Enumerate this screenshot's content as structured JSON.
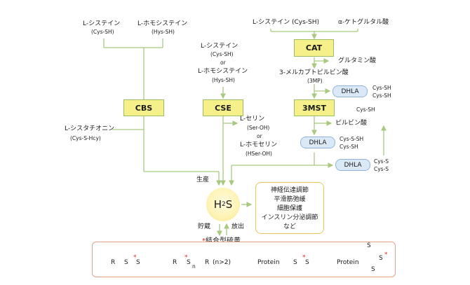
{
  "inputs": {
    "cys_left": "L-システイン",
    "cys_left_abbr": "(Cys-SH)",
    "hcy_left": "L-ホモシステイン",
    "hcy_left_abbr": "(Hys-SH)",
    "cys_right": "L-システイン (Cys-SH)",
    "akg": "α-ケトグルタル酸"
  },
  "enzymes": {
    "cat": "CAT",
    "cbs": "CBS",
    "cse": "CSE",
    "mst": "3MST"
  },
  "cse_inputs": {
    "cys": "L-システイン",
    "cys_abbr": "(Cys-SH)",
    "or": "or",
    "hcy": "L-ホモシステイン",
    "hcy_abbr": "(Hys-SH)"
  },
  "cat_outputs": {
    "glu": "グルタミン酸",
    "mp": "3-メルカプトピルビン酸",
    "mp_abbr": "(3MP)"
  },
  "dhla": {
    "label": "DHLA",
    "top_out1": "Cys-SH",
    "top_out2": "Cys-SH",
    "side_in": "Cys-SH",
    "mid_out1": "Cys-S-SH",
    "mid_out2": "Cys-SH",
    "low_out1": "Cys-S",
    "low_out2": "Cys-S"
  },
  "pyruvate": "ピルビン酸",
  "cbs_out": {
    "name": "L-シスタチオニン",
    "abbr": "(Cys-S-Hcy)"
  },
  "cse_out": {
    "ser": "L-セリン",
    "ser_abbr": "(Ser-OH)",
    "or": "or",
    "hser": "L-ホモセリン",
    "hser_abbr": "(HSer-OH)"
  },
  "production": "生産",
  "h2s": {
    "main": "H",
    "sub": "2",
    "tail": "S"
  },
  "storage": "貯蔵",
  "release": "放出",
  "effects": [
    "神経伝達調節",
    "平滑筋弛緩",
    "細胞保護",
    "インスリン分泌調節",
    "など"
  ],
  "bound": {
    "title_mark": "*",
    "title": "結合型硫黄",
    "f1_r": "R",
    "f1_s": "S",
    "f1_star": "*",
    "f1_s2": "S",
    "f2_r": "R",
    "f2_star": "*",
    "f2_s": "S",
    "f2_n": "n",
    "f2_r2": "R",
    "f2_note": "(n>2)",
    "f3_protein": "Protein",
    "f3_s": "S",
    "f3_star": "*",
    "f3_s2": "S",
    "f4_protein": "Protein",
    "f4_s_top": "S",
    "f4_s_left": "S",
    "f4_s_right": "S",
    "f4_star": "*"
  },
  "colors": {
    "line": "#a8c97f",
    "enzyme_fill": "#f6f08a",
    "dhla_fill": "#dbe9f7",
    "accent_red": "#e0281e"
  }
}
